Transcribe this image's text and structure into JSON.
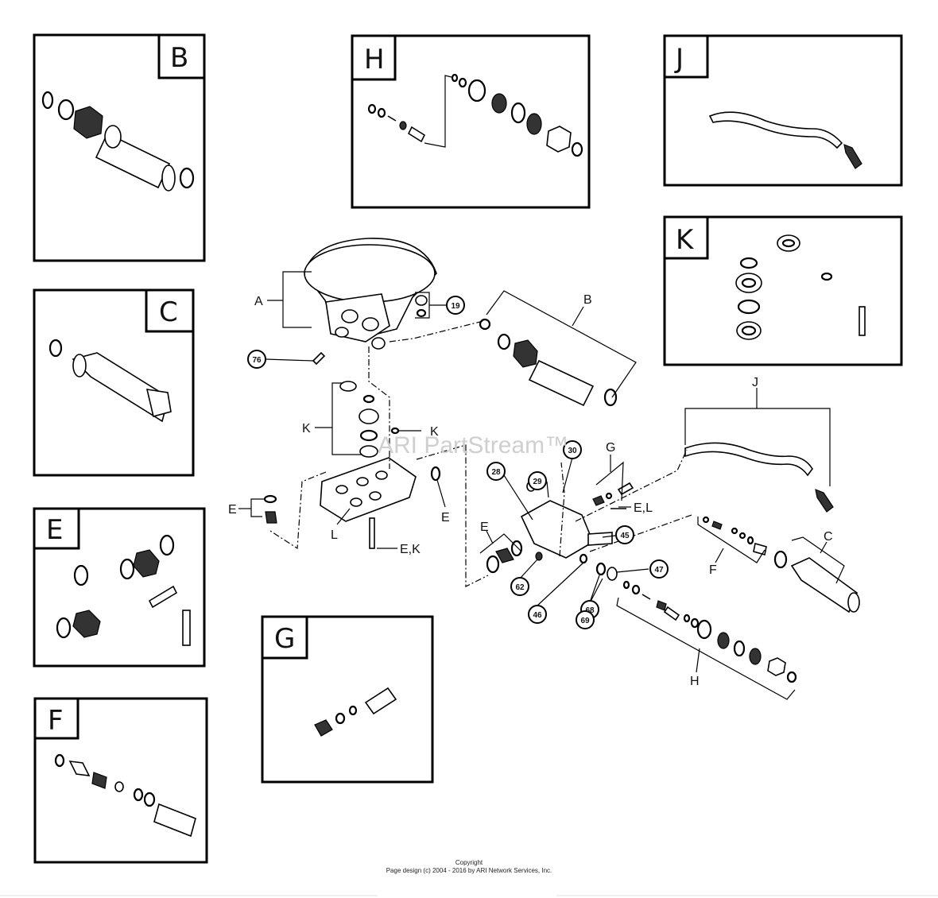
{
  "panels": [
    {
      "letter": "B"
    },
    {
      "letter": "H"
    },
    {
      "letter": "J"
    },
    {
      "letter": "C"
    },
    {
      "letter": "K"
    },
    {
      "letter": "E"
    },
    {
      "letter": "F"
    },
    {
      "letter": "G"
    }
  ],
  "labels": {
    "A": "A",
    "B": "B",
    "C": "C",
    "E1": "E",
    "E2": "E",
    "E3": "E",
    "EK": "E,K",
    "EL": "E,L",
    "F": "F",
    "G": "G",
    "H": "H",
    "J": "J",
    "K1": "K",
    "K2": "K",
    "L": "L"
  },
  "callouts": [
    "19",
    "76",
    "30",
    "29",
    "28",
    "45",
    "62",
    "46",
    "68",
    "47",
    "69"
  ],
  "watermark": "ARI PartStream™",
  "copyright": {
    "line1": "Copyright",
    "line2": "Page design (c) 2004 - 2016 by ARI Network Services, Inc."
  }
}
